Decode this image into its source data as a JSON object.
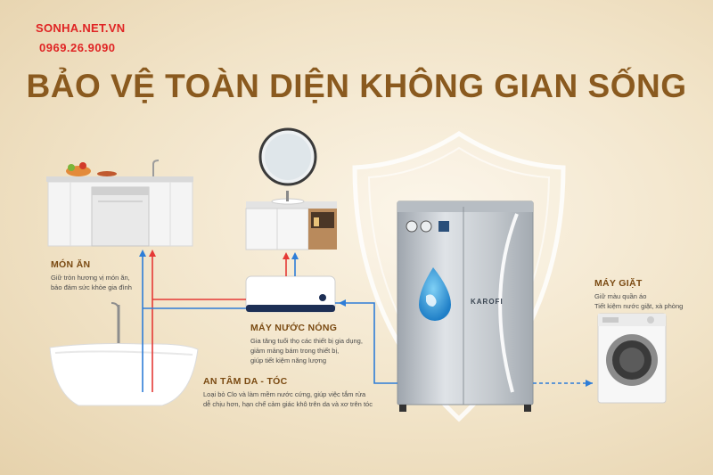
{
  "header": {
    "brand": "SONHA.NET.VN",
    "phone": "0969.26.9090",
    "title": "BẢO VỆ TOÀN DIỆN KHÔNG GIAN SỐNG"
  },
  "sections": {
    "kitchen": {
      "title": "MÓN ĂN",
      "desc_line1": "Giữ tròn hương vị món ăn,",
      "desc_line2": "bảo đảm sức khỏe gia đình"
    },
    "heater": {
      "title": "MÁY NƯỚC NÓNG",
      "desc_line1": "Gia tăng tuổi thọ các thiết bị gia dụng,",
      "desc_line2": "giảm mảng bám trong thiết bị,",
      "desc_line3": "giúp tiết kiệm năng lượng"
    },
    "bath": {
      "title": "AN TÂM DA - TÓC",
      "desc_line1": "Loại bỏ Clo và làm mềm nước cứng, giúp việc tắm rửa",
      "desc_line2": "dễ chịu hơn, hạn chế cảm giác khô trên da và xơ trên tóc"
    },
    "washer": {
      "title": "MÁY GIẶT",
      "desc_line1": "Giữ màu quần áo",
      "desc_line2": "Tiết kiệm nước giặt, xà phòng"
    }
  },
  "device": {
    "logo": "KAROFI"
  },
  "colors": {
    "hot": "#e53935",
    "cold": "#2e7dd7",
    "title": "#8a5a1f",
    "brand": "#e02424"
  }
}
